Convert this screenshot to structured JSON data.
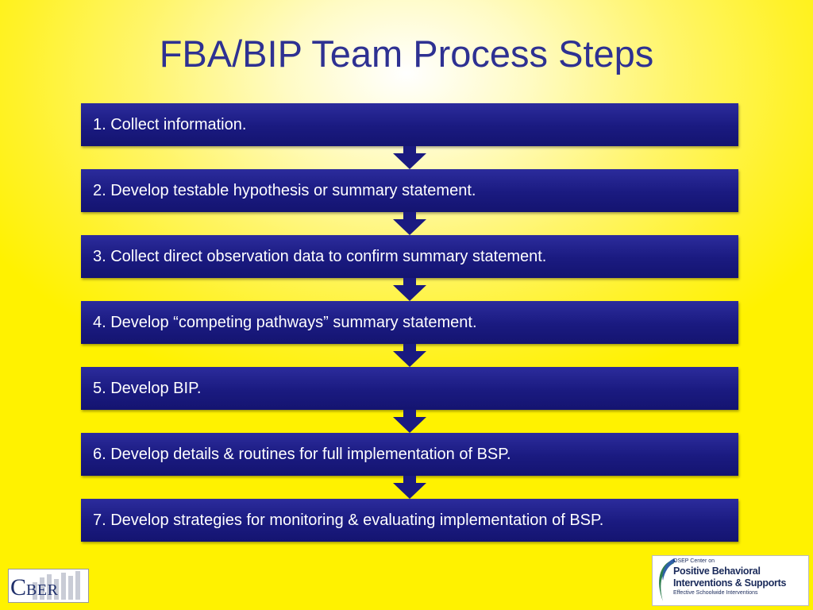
{
  "title": "FBA/BIP Team Process Steps",
  "steps": [
    "1. Collect information.",
    "2. Develop testable hypothesis or summary statement.",
    "3. Collect direct observation data to confirm summary statement.",
    "4. Develop “competing pathways” summary statement.",
    "5. Develop BIP.",
    "6. Develop details & routines for full implementation of BSP.",
    "7. Develop strategies for monitoring & evaluating implementation of BSP."
  ],
  "logos": {
    "cber": {
      "initial": "C",
      "rest": "BER"
    },
    "pbis": {
      "line1": "OSEP Center on",
      "line2": "Positive Behavioral",
      "line3": "Interventions & Supports",
      "line4": "Effective Schoolwide Interventions"
    }
  },
  "colors": {
    "title": "#2e3192",
    "box": "#1a1a80",
    "box_text": "#ffffff",
    "background": "#fff200"
  }
}
